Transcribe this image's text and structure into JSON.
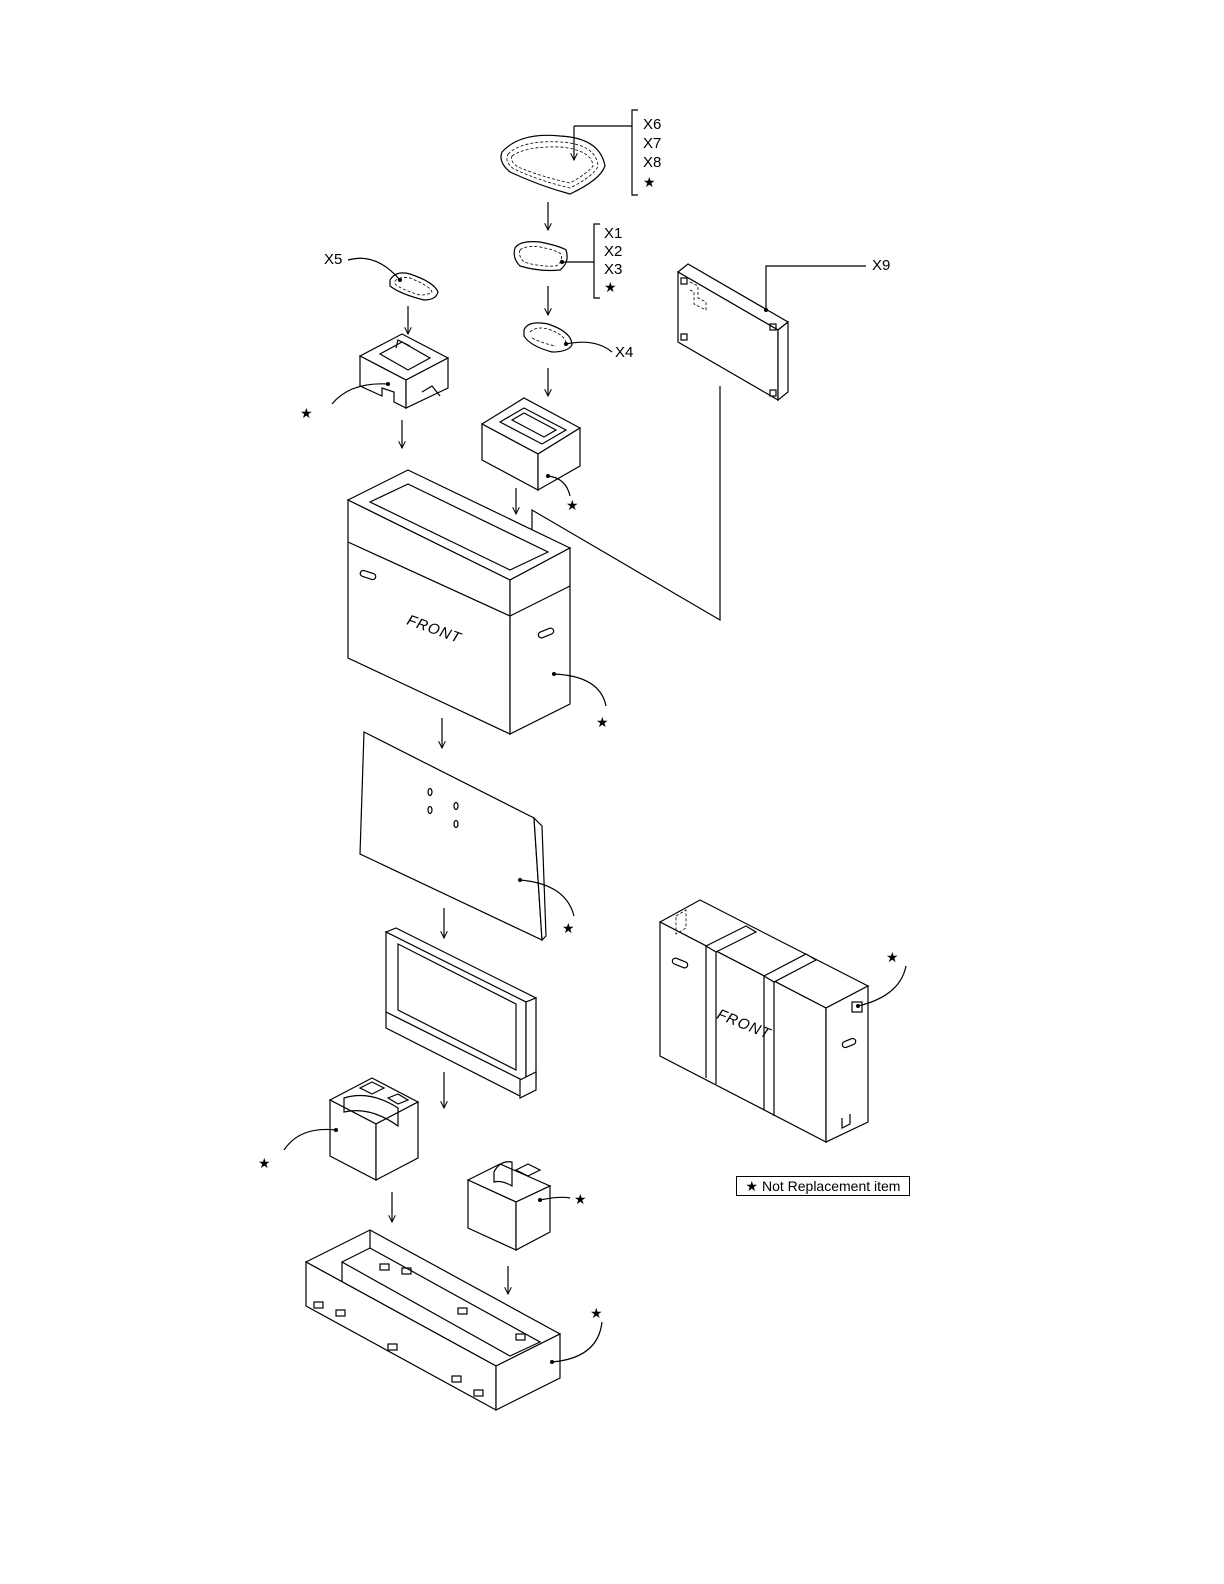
{
  "labels": {
    "x1": "X1",
    "x2": "X2",
    "x3": "X3",
    "x4": "X4",
    "x5": "X5",
    "x6": "X6",
    "x7": "X7",
    "x8": "X8",
    "x9": "X9"
  },
  "star": "★",
  "front_text": "FRONT",
  "legend": {
    "text": "★ Not Replacement item"
  }
}
